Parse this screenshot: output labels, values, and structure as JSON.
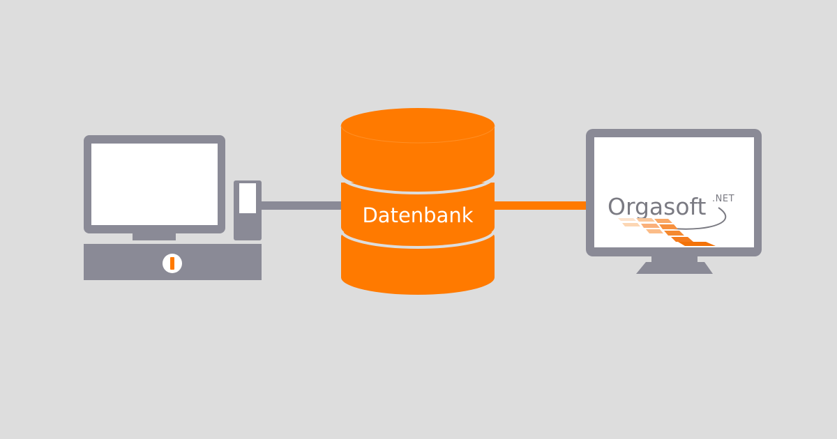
{
  "database": {
    "label": "Datenbank"
  },
  "logo": {
    "name": "Orgasoft",
    "suffix": ".NET"
  },
  "colors": {
    "background": "#dddddd",
    "device_gray": "#8a8a96",
    "accent_orange": "#ff7a00",
    "screen_white": "#ffffff"
  },
  "icons": {
    "left": "pos-terminal-icon",
    "center": "database-icon",
    "right": "monitor-icon"
  }
}
